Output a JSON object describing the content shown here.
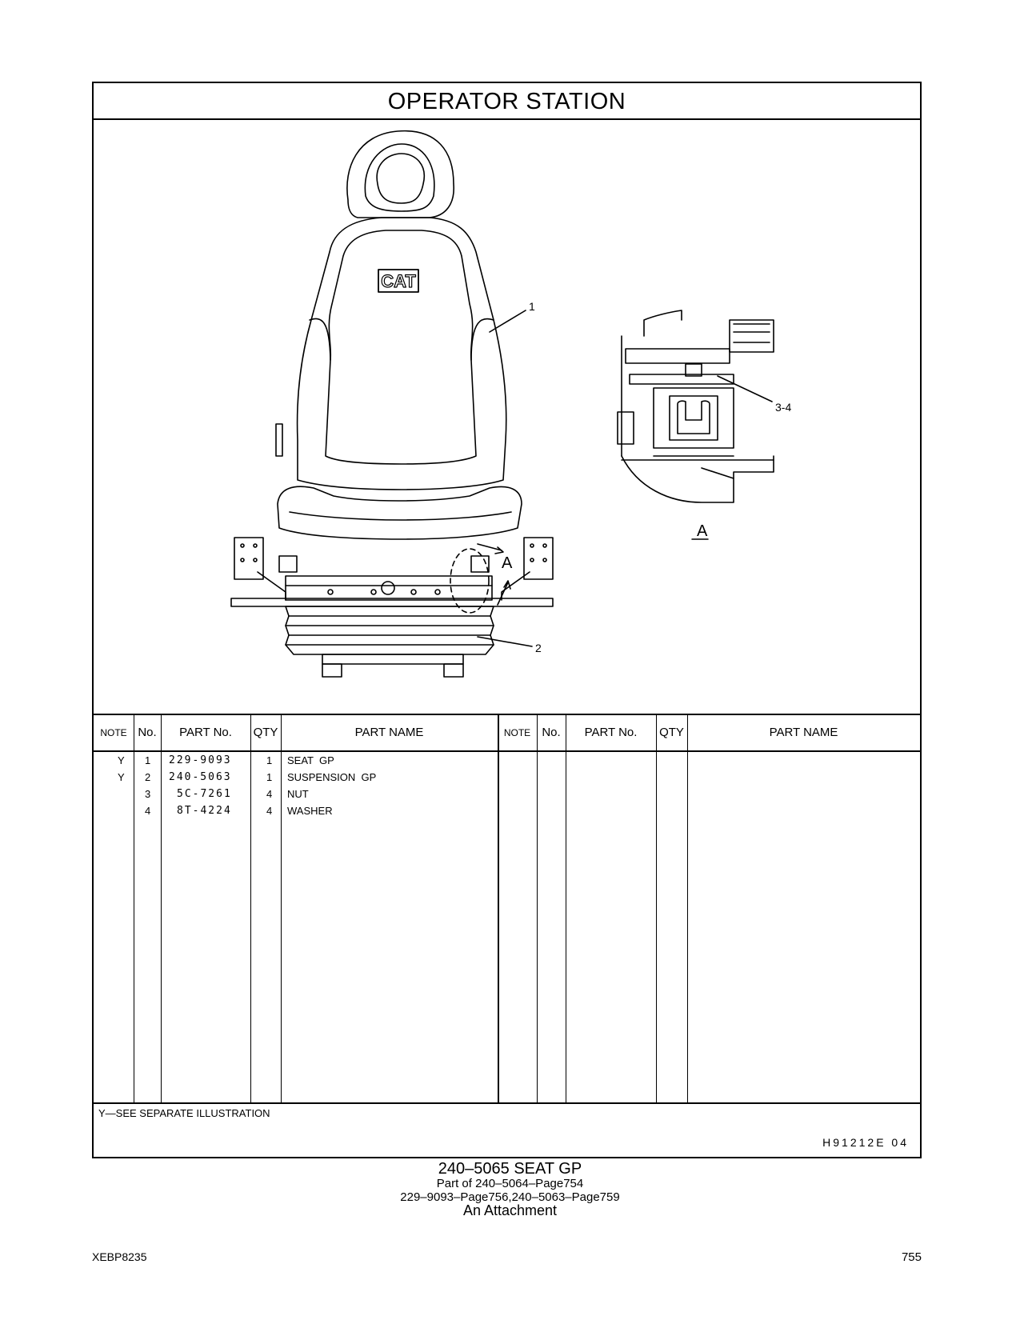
{
  "header": {
    "title": "OPERATOR   STATION"
  },
  "illustration": {
    "callouts": {
      "c1": "1",
      "c2": "2",
      "c34": "3-4",
      "view_a": "A",
      "view_a_label": "A"
    },
    "logo": "CAT"
  },
  "table": {
    "headers": {
      "note": "NOTE",
      "no": "No.",
      "part_no": "PART No.",
      "qty": "QTY",
      "part_name": "PART NAME"
    },
    "rows": [
      {
        "note": "Y",
        "no": "1",
        "part_no": "229-9093",
        "qty": "1",
        "name": "SEAT  GP"
      },
      {
        "note": "Y",
        "no": "2",
        "part_no": "240-5063",
        "qty": "1",
        "name": "SUSPENSION  GP"
      },
      {
        "note": "",
        "no": "3",
        "part_no": "5C-7261",
        "qty": "4",
        "name": "NUT"
      },
      {
        "note": "",
        "no": "4",
        "part_no": "8T-4224",
        "qty": "4",
        "name": "WASHER"
      }
    ]
  },
  "footnote": "Y—SEE  SEPARATE  ILLUSTRATION",
  "drawing_code": "H91212E   04",
  "caption": {
    "line1": "240–5065   SEAT  GP",
    "line2": "Part of 240–5064–Page754",
    "line3": "229–9093–Page756,240–5063–Page759",
    "line4": "An Attachment"
  },
  "footer": {
    "doc_id": "XEBP8235",
    "page": "755"
  }
}
